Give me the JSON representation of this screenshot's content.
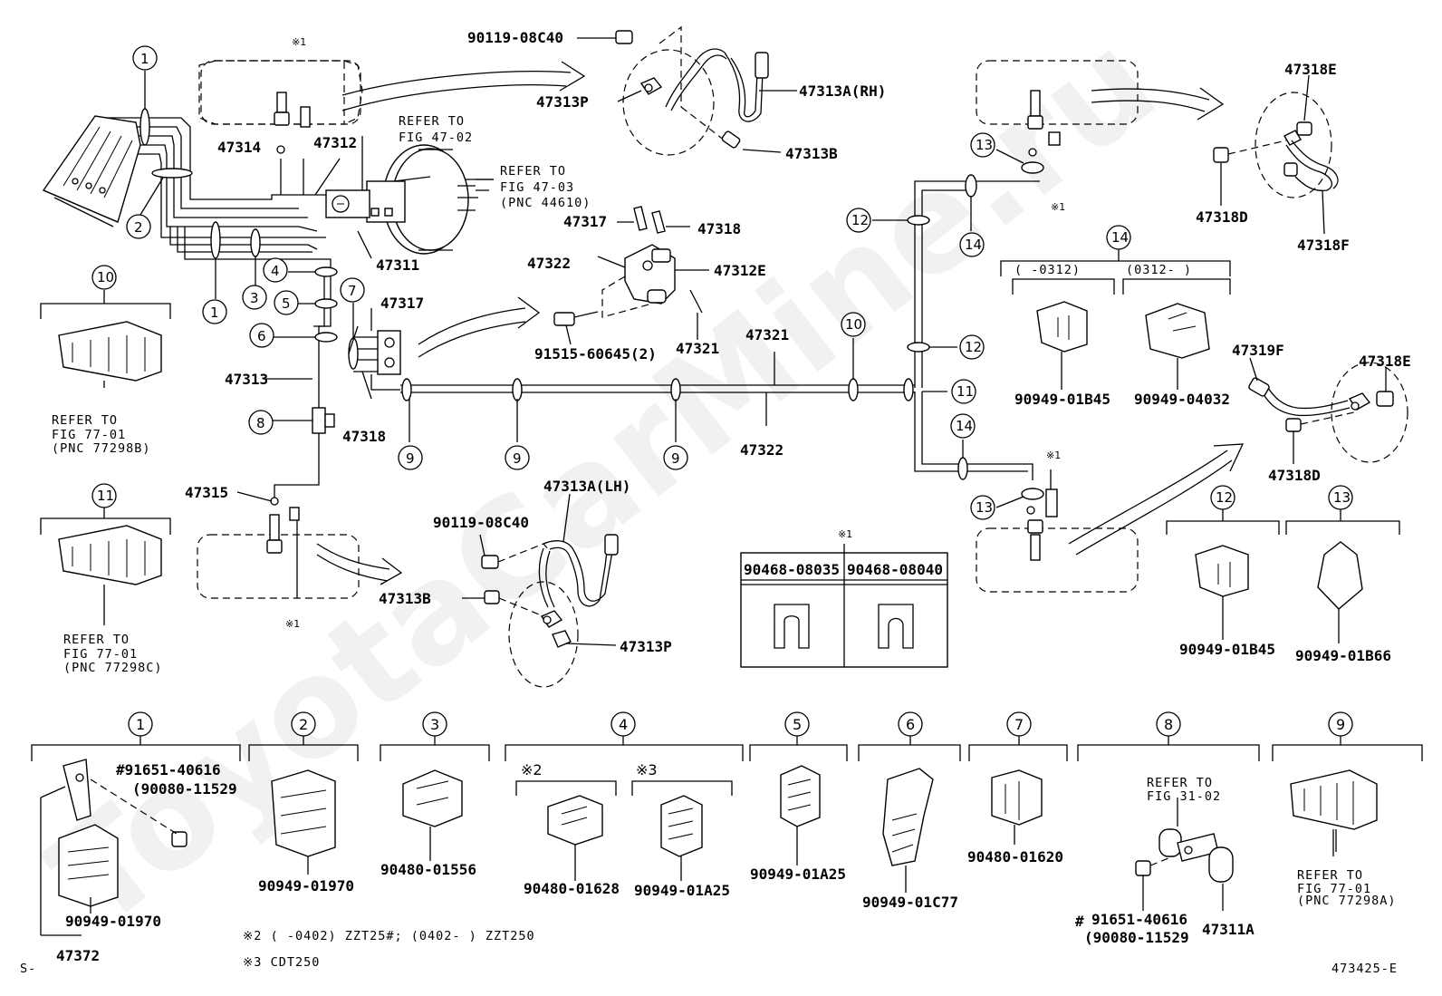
{
  "watermark": "ToyotaCarMine.ru",
  "parts": {
    "p90119_08C40_top": "90119-08C40",
    "p47313P_top": "47313P",
    "p47313A_RH": "47313A(RH)",
    "p47313B_top": "47313B",
    "p47314": "47314",
    "p47312": "47312",
    "p47311": "47311",
    "p47317_a": "47317",
    "p47318_a": "47318",
    "p47322_a": "47322",
    "p47312E": "47312E",
    "p47321_a": "47321",
    "p91515": "91515-60645(2)",
    "p47317_b": "47317",
    "p47313": "47313",
    "p47318_b": "47318",
    "p47321_b": "47321",
    "p47322_b": "47322",
    "p47315": "47315",
    "p47313A_LH": "47313A(LH)",
    "p90119_08C40_low": "90119-08C40",
    "p47313B_low": "47313B",
    "p47313P_low": "47313P",
    "p47318E_top": "47318E",
    "p47318D_top": "47318D",
    "p47318F": "47318F",
    "p47319F": "47319F",
    "p47318E_right": "47318E",
    "p47318D_right": "47318D",
    "p90949_01B45_a": "90949-01B45",
    "p90949_04032": "90949-04032",
    "p90949_01B45_b": "90949-01B45",
    "p90949_01B66": "90949-01B66",
    "p90949_01970_a": "90949-01970",
    "p47372": "47372",
    "p91651_1": "#91651-40616",
    "p90080_1": "(90080-11529",
    "p90949_01970_b": "90949-01970",
    "p90480_01556": "90480-01556",
    "p90480_01628": "90480-01628",
    "p90949_01A25_a": "90949-01A25",
    "p90949_01A25_b": "90949-01A25",
    "p90949_01C77": "90949-01C77",
    "p90480_01620": "90480-01620",
    "p91651_2": "91651-40616",
    "p90080_2": "(90080-11529",
    "p47311A": "47311A",
    "hash": "#"
  },
  "refs": {
    "r47_02_a": "REFER TO",
    "r47_02_b": "FIG 47-02",
    "r47_03_a": "REFER TO",
    "r47_03_b": "FIG 47-03",
    "r47_03_c": "(PNC 44610)",
    "r77_B_a": "REFER TO",
    "r77_B_b": "FIG 77-01",
    "r77_B_c": "(PNC 77298B)",
    "r77_C_a": "REFER TO",
    "r77_C_b": "FIG 77-01",
    "r77_C_c": "(PNC 77298C)",
    "r77_A_a": "REFER TO",
    "r77_A_b": "FIG 77-01",
    "r77_A_c": "(PNC 77298A)",
    "r31_a": "REFER TO",
    "r31_b": "FIG 31-02"
  },
  "marks": {
    "m1": "※1",
    "m2": "※2",
    "m3": "※3"
  },
  "callouts": {
    "c1": "1",
    "c2": "2",
    "c3": "3",
    "c4": "4",
    "c5": "5",
    "c6": "6",
    "c7": "7",
    "c8": "8",
    "c9": "9",
    "c10": "10",
    "c11": "11",
    "c12": "12",
    "c13": "13",
    "c14": "14"
  },
  "table": {
    "mark": "※1",
    "col1": "90468-08035",
    "col2": "90468-08040"
  },
  "bracket14": {
    "left": "(   -0312)",
    "right": "(0312-   )"
  },
  "footnotes": {
    "n2": "※2 (    -0402) ZZT25#; (0402-    ) ZZT250",
    "n3": "※3 CDT250",
    "s": "S-",
    "code": "473425-E"
  }
}
